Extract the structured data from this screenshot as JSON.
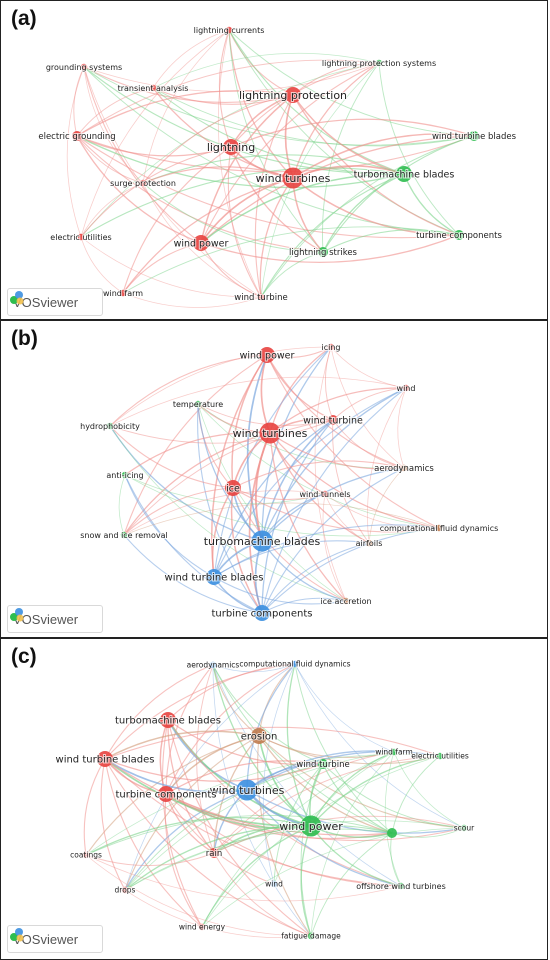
{
  "brand": "VOSviewer",
  "colors": {
    "red": "#e8433f",
    "green": "#2ebd4f",
    "blue": "#3b8fe0",
    "brown": "#c07a4c",
    "edge_red": "#f0908c",
    "edge_green": "#7bd38b",
    "edge_blue": "#7aa6de",
    "edge_brown": "#d4a080"
  },
  "panels": [
    {
      "label": "(a)",
      "nodes": [
        {
          "id": "lightning currents",
          "c": "red",
          "s": 1,
          "fs": 8
        },
        {
          "id": "grounding systems",
          "c": "red",
          "s": 1,
          "fs": 8
        },
        {
          "id": "lightning protection systems",
          "c": "green",
          "s": 1,
          "fs": 8
        },
        {
          "id": "transient analysis",
          "c": "red",
          "s": 1,
          "fs": 8
        },
        {
          "id": "lightning protection",
          "c": "red",
          "s": 3,
          "fs": 11
        },
        {
          "id": "electric grounding",
          "c": "red",
          "s": 2,
          "fs": 8.5
        },
        {
          "id": "wind turbine blades",
          "c": "green",
          "s": 2,
          "fs": 8.5
        },
        {
          "id": "lightning",
          "c": "red",
          "s": 3,
          "fs": 11
        },
        {
          "id": "turbomachine blades",
          "c": "green",
          "s": 3,
          "fs": 9.5
        },
        {
          "id": "wind turbines",
          "c": "red",
          "s": 4,
          "fs": 11
        },
        {
          "id": "surge protection",
          "c": "red",
          "s": 1,
          "fs": 8
        },
        {
          "id": "electric utilities",
          "c": "red",
          "s": 1,
          "fs": 8
        },
        {
          "id": "wind power",
          "c": "red",
          "s": 3,
          "fs": 9.5
        },
        {
          "id": "turbine components",
          "c": "green",
          "s": 2,
          "fs": 8.5
        },
        {
          "id": "lightning strikes",
          "c": "green",
          "s": 2,
          "fs": 8.5
        },
        {
          "id": "wind farm",
          "c": "red",
          "s": 1,
          "fs": 8
        },
        {
          "id": "wind turbine",
          "c": "red",
          "s": 1,
          "fs": 8.5
        }
      ]
    },
    {
      "label": "(b)",
      "nodes": [
        {
          "id": "wind power",
          "c": "red",
          "s": 3,
          "fs": 9.5
        },
        {
          "id": "icing",
          "c": "red",
          "s": 1,
          "fs": 8
        },
        {
          "id": "wind",
          "c": "red",
          "s": 1,
          "fs": 8
        },
        {
          "id": "temperature",
          "c": "green",
          "s": 1,
          "fs": 8
        },
        {
          "id": "hydrophobicity",
          "c": "green",
          "s": 1,
          "fs": 8
        },
        {
          "id": "wind turbine",
          "c": "red",
          "s": 2,
          "fs": 9.5
        },
        {
          "id": "wind turbines",
          "c": "red",
          "s": 4,
          "fs": 11
        },
        {
          "id": "anti-icing",
          "c": "green",
          "s": 1,
          "fs": 8
        },
        {
          "id": "aerodynamics",
          "c": "brown",
          "s": 1,
          "fs": 8.5
        },
        {
          "id": "ice",
          "c": "red",
          "s": 3,
          "fs": 9.5
        },
        {
          "id": "wind tunnels",
          "c": "red",
          "s": 1,
          "fs": 8
        },
        {
          "id": "computational fluid dynamics",
          "c": "brown",
          "s": 1,
          "fs": 8
        },
        {
          "id": "snow and ice removal",
          "c": "green",
          "s": 1,
          "fs": 8
        },
        {
          "id": "turbomachine blades",
          "c": "blue",
          "s": 4,
          "fs": 11
        },
        {
          "id": "airfoils",
          "c": "brown",
          "s": 1,
          "fs": 8
        },
        {
          "id": "wind turbine blades",
          "c": "blue",
          "s": 3,
          "fs": 10
        },
        {
          "id": "ice accretion",
          "c": "brown",
          "s": 1,
          "fs": 8
        },
        {
          "id": "turbine components",
          "c": "blue",
          "s": 3,
          "fs": 10
        }
      ]
    },
    {
      "label": "(c)",
      "nodes": [
        {
          "id": "aerodynamics",
          "c": "blue",
          "s": 1,
          "fs": 7.5
        },
        {
          "id": "computational fluid dynamics",
          "c": "blue",
          "s": 1,
          "fs": 7.5
        },
        {
          "id": "turbomachine blades",
          "c": "red",
          "s": 3,
          "fs": 10
        },
        {
          "id": "erosion",
          "c": "brown",
          "s": 3,
          "fs": 10
        },
        {
          "id": "wind farm",
          "c": "green",
          "s": 1,
          "fs": 7.5
        },
        {
          "id": "electric utilities",
          "c": "green",
          "s": 1,
          "fs": 7.5
        },
        {
          "id": "wind turbine blades",
          "c": "red",
          "s": 3,
          "fs": 10
        },
        {
          "id": "wind turbine",
          "c": "green",
          "s": 2,
          "fs": 8.5
        },
        {
          "id": "wind turbines",
          "c": "blue",
          "s": 4,
          "fs": 11
        },
        {
          "id": "turbine components",
          "c": "red",
          "s": 3,
          "fs": 10
        },
        {
          "id": "wind power",
          "c": "green",
          "s": 4,
          "fs": 11
        },
        {
          "id": "",
          "c": "green",
          "s": 2,
          "fs": 8
        },
        {
          "id": "scour",
          "c": "green",
          "s": 1,
          "fs": 7.5
        },
        {
          "id": "coatings",
          "c": "red",
          "s": 1,
          "fs": 7.5
        },
        {
          "id": "rain",
          "c": "red",
          "s": 2,
          "fs": 8.5
        },
        {
          "id": "wind",
          "c": "blue",
          "s": 1,
          "fs": 7.5
        },
        {
          "id": "offshore wind turbines",
          "c": "green",
          "s": 1,
          "fs": 8
        },
        {
          "id": "drops",
          "c": "red",
          "s": 1,
          "fs": 7.5
        },
        {
          "id": "wind energy",
          "c": "red",
          "s": 1,
          "fs": 7.5
        },
        {
          "id": "fatigue damage",
          "c": "green",
          "s": 1,
          "fs": 7.5
        }
      ]
    }
  ]
}
